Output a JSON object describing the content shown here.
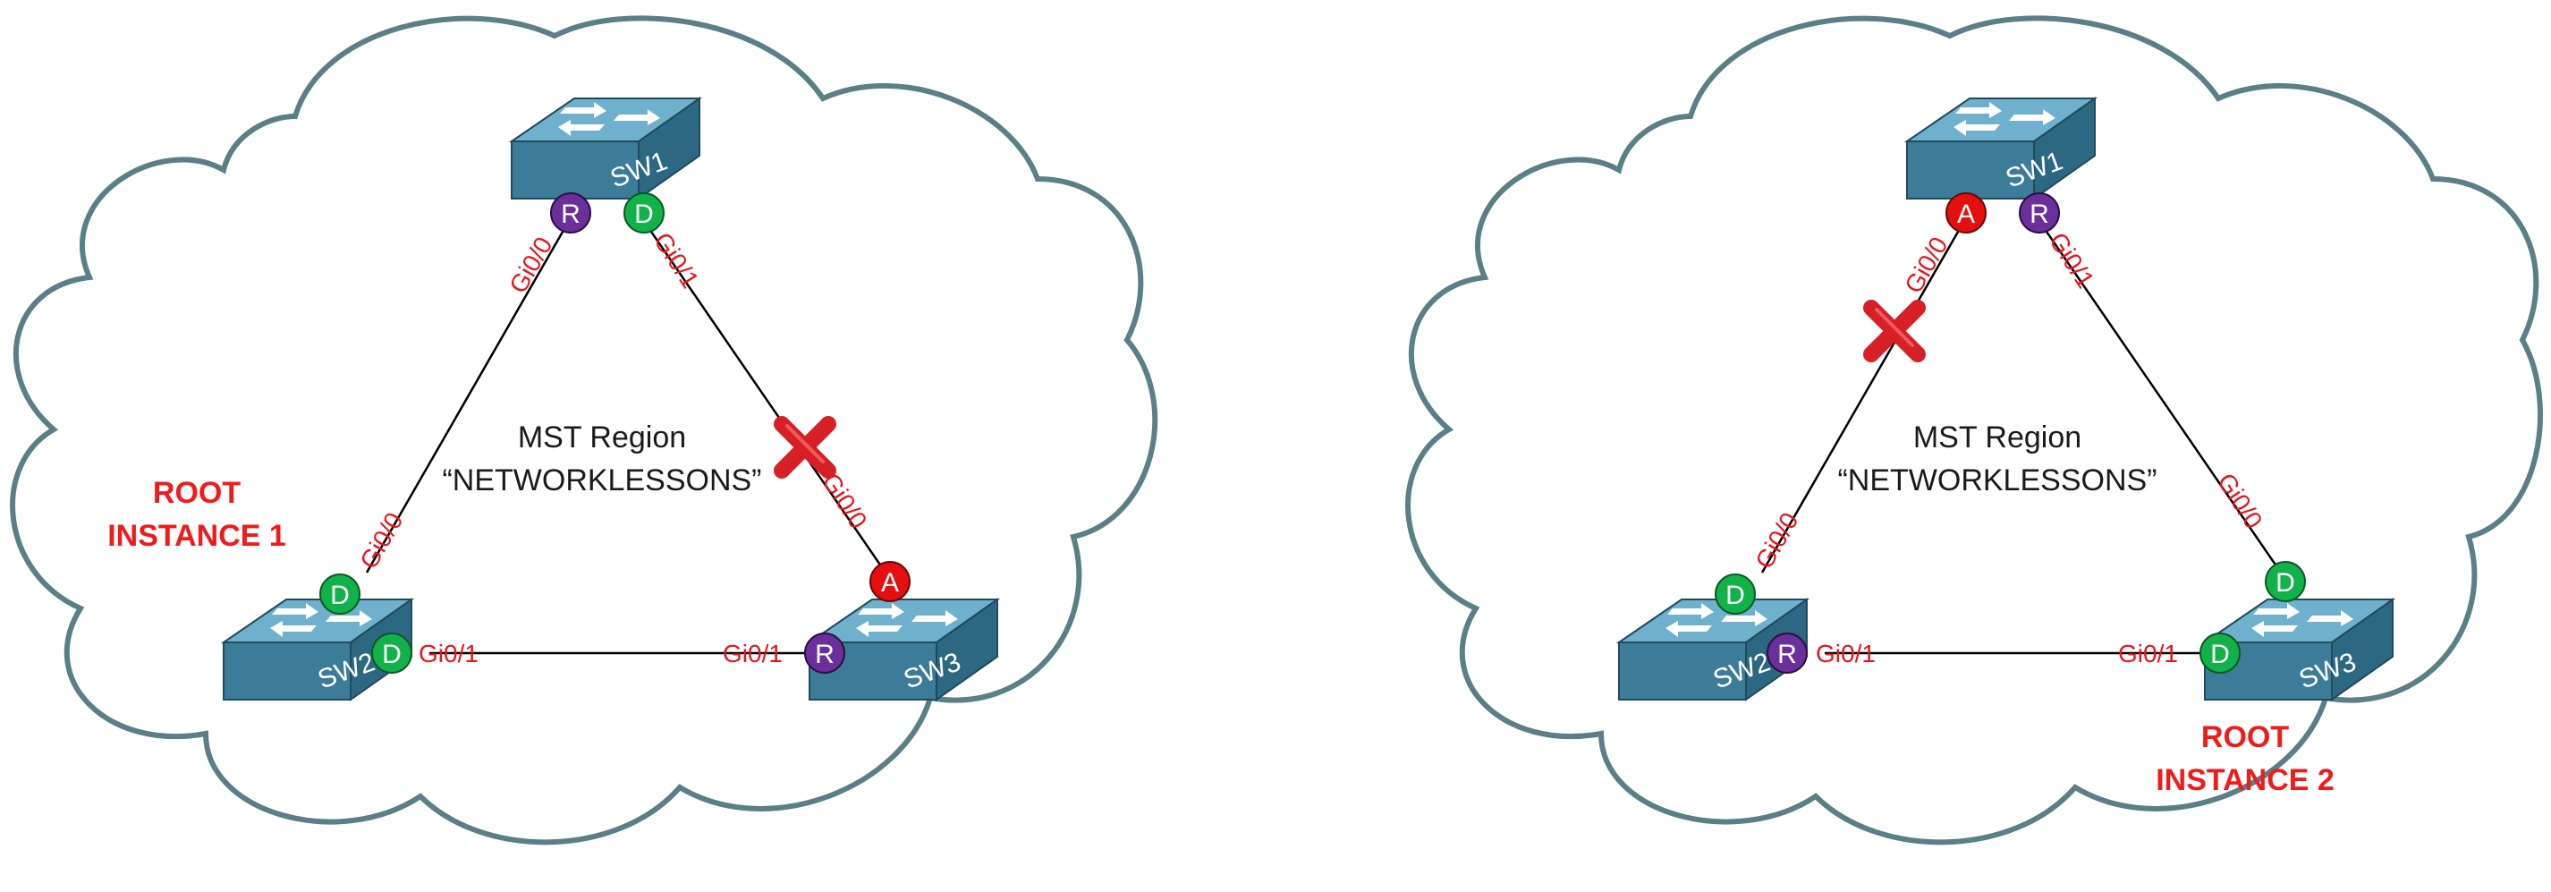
{
  "colors": {
    "cloud_stroke": "#5a7f87",
    "link": "#000000",
    "port_label": "#e8141b",
    "root_label": "#ef1c1c",
    "switch_top": "#6fb0cc",
    "switch_side": "#3c7c98",
    "role_designated": "#12b24a",
    "role_root": "#6a2f9b",
    "role_alternate": "#e3100f",
    "blocked_x": "#d71f26"
  },
  "diagrams": [
    {
      "region_line1": "MST Region",
      "region_line2": "“NETWORKLESSONS”",
      "root_line1": "ROOT",
      "root_line2": "INSTANCE 1",
      "switches": {
        "sw1": "SW1",
        "sw2": "SW2",
        "sw3": "SW3"
      },
      "ports": {
        "sw1_gi00": "Gi0/0",
        "sw1_gi01": "Gi0/1",
        "sw2_gi00": "Gi0/0",
        "sw2_gi01": "Gi0/1",
        "sw3_gi00": "Gi0/0",
        "sw3_gi01": "Gi0/1"
      },
      "roles": {
        "sw1_gi00": "R",
        "sw1_gi01": "D",
        "sw2_gi00": "D",
        "sw2_gi01": "D",
        "sw3_gi00": "A",
        "sw3_gi01": "R"
      },
      "blocked_link": "sw1-sw3"
    },
    {
      "region_line1": "MST Region",
      "region_line2": "“NETWORKLESSONS”",
      "root_line1": "ROOT",
      "root_line2": "INSTANCE 2",
      "switches": {
        "sw1": "SW1",
        "sw2": "SW2",
        "sw3": "SW3"
      },
      "ports": {
        "sw1_gi00": "Gi0/0",
        "sw1_gi01": "Gi0/1",
        "sw2_gi00": "Gi0/0",
        "sw2_gi01": "Gi0/1",
        "sw3_gi00": "Gi0/0",
        "sw3_gi01": "Gi0/1"
      },
      "roles": {
        "sw1_gi00": "A",
        "sw1_gi01": "R",
        "sw2_gi00": "D",
        "sw2_gi01": "R",
        "sw3_gi00": "D",
        "sw3_gi01": "D"
      },
      "blocked_link": "sw1-sw2"
    }
  ]
}
